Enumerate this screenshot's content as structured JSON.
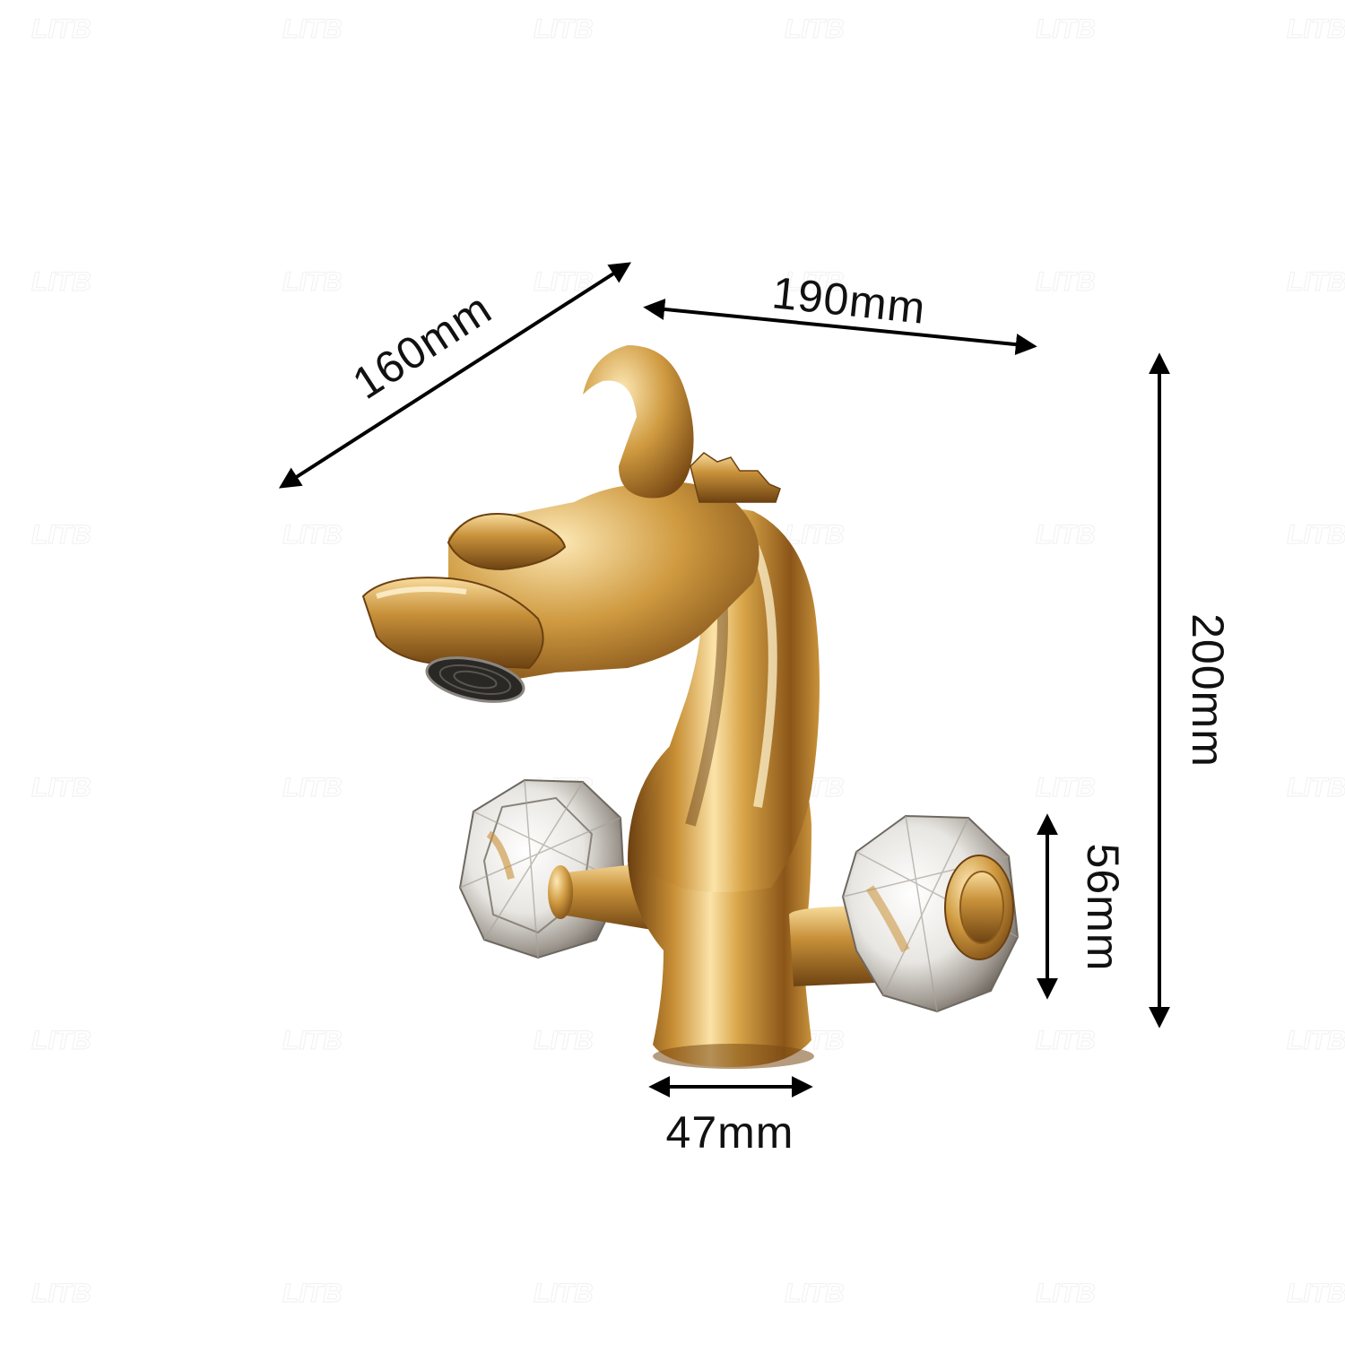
{
  "watermark": {
    "text": "LITB",
    "color": "#f0f0f0"
  },
  "product": {
    "finish_color": "#c79a3e",
    "handle_material": "crystal"
  },
  "dimensions": {
    "depth": "160mm",
    "width": "190mm",
    "height": "200mm",
    "handle_height": "56mm",
    "base_diameter": "47mm"
  }
}
